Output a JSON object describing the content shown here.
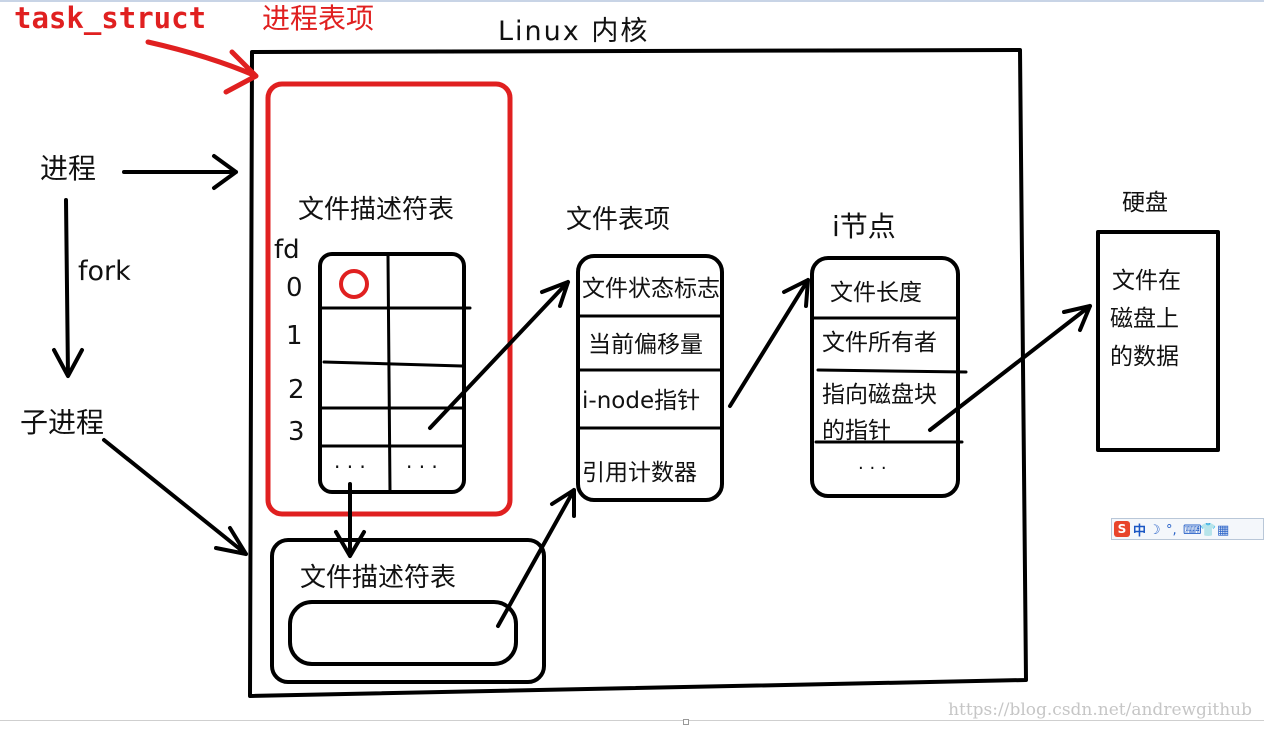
{
  "labels": {
    "task_struct": "task_struct",
    "process_table_entry": "进程表项",
    "kernel": "Linux 内核",
    "process": "进程",
    "fork": "fork",
    "child_process": "子进程",
    "fd_table_title": "文件描述符表",
    "fd": "fd",
    "fd_numbers": [
      "0",
      "1",
      "2",
      "3"
    ],
    "ellipsis": "· · ·",
    "file_table_title": "文件表项",
    "file_table_rows": [
      "文件状态标志",
      "当前偏移量",
      "i-node指针",
      "引用计数器"
    ],
    "inode_title": "i节点",
    "inode_rows": [
      "文件长度",
      "文件所有者",
      "指向磁盘块",
      "的指针"
    ],
    "inode_ellipsis": "· · ·",
    "disk_title": "硬盘",
    "disk_lines": [
      "文件在",
      "磁盘上",
      "的数据"
    ],
    "child_fd_table_title": "文件描述符表"
  },
  "ime_bar": {
    "zh": "中",
    "logo": "S"
  },
  "watermark": "https://blog.csdn.net/andrewgithub",
  "colors": {
    "annotation_red": "#e02020",
    "ink": "#000000"
  }
}
